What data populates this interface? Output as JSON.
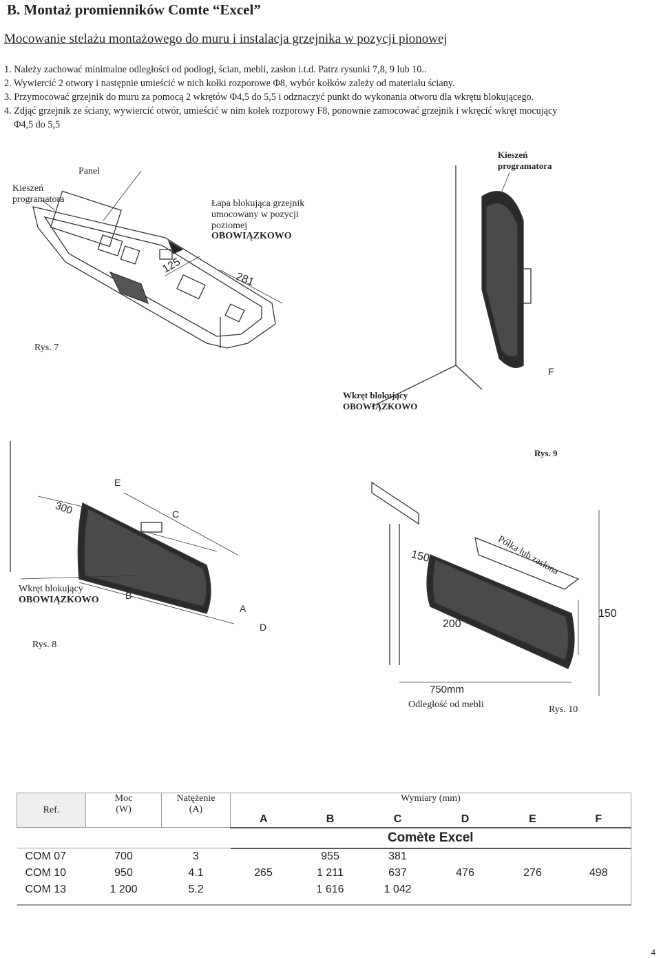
{
  "header": {
    "title": "B. Montaż promienników Comte “Excel”",
    "subtitle": "Mocowanie stelażu montażowego do muru i instalacja grzejnika w pozycji pionowej"
  },
  "instructions": [
    "1. Należy zachować minimalne odległości od podłogi, ścian, mebli, zasłon i.t.d. Patrz rysunki 7,8, 9 lub 10..",
    "2. Wywiercić 2 otwory i następnie umieścić w nich kołki rozporowe Φ8, wybór kołków zależy od materiału ściany.",
    "3. Przymocować grzejnik do muru za pomocą  2 wkrętów Φ4,5 do 5,5 i odznaczyć punkt do wykonania otworu dla wkrętu blokującego.",
    "4. Zdjąć grzejnik ze ściany, wywiercić otwór, umieścić w nim kołek rozporowy F8, ponownie zamocować grzejnik i wkręcić wkręt mocujący",
    "Φ4,5 do 5,5"
  ],
  "fig7": {
    "panel": "Panel",
    "pocket_l1": "Kieszeń",
    "pocket_l2": "programatora",
    "lock_l1": "Łapa blokująca grzejnik",
    "lock_l2": "umocowany w pozycji",
    "lock_l3": "poziomej",
    "mandatory": "OBOWIĄZKOWO",
    "dim1": "125",
    "dim2": "281",
    "caption": "Rys. 7"
  },
  "fig9": {
    "pocket_l1": "Kieszeń",
    "pocket_l2": "programatora",
    "f": "F",
    "screw": "Wkręt blokujący",
    "mandatory": "OBOWIĄZKOWO",
    "caption": "Rys. 9"
  },
  "fig8": {
    "e": "E",
    "c": "C",
    "dim": "300",
    "b": "B",
    "a": "A",
    "d": "D",
    "screw": "Wkręt blokujący",
    "mandatory": "OBOWIĄZKOWO",
    "caption": "Rys. 8"
  },
  "fig10": {
    "shelf": "Półka lub zasłona",
    "d150a": "150",
    "d150b": "150",
    "d200": "200",
    "d750": "750mm",
    "furniture": "Odległość od mebli",
    "caption": "Rys. 10"
  },
  "table": {
    "ref": "Ref.",
    "power_l1": "Moc",
    "power_l2": "(W)",
    "current_l1": "Natężenie",
    "current_l2": "(A)",
    "dims": "Wymiary (mm)",
    "cols": [
      "A",
      "B",
      "C",
      "D",
      "E",
      "F"
    ],
    "model": "Comète Excel",
    "rows": [
      {
        "ref": "COM   07",
        "power": "700",
        "current": "3",
        "b": "955",
        "c": "381"
      },
      {
        "ref": "COM   10",
        "power": "950",
        "current": "4.1",
        "b": "1 211",
        "c": "637"
      },
      {
        "ref": "COM   13",
        "power": "1 200",
        "current": "5.2",
        "b": "1 616",
        "c": "1 042"
      }
    ],
    "a": "265",
    "d": "476",
    "e": "276",
    "f": "498"
  },
  "page_number": "4"
}
